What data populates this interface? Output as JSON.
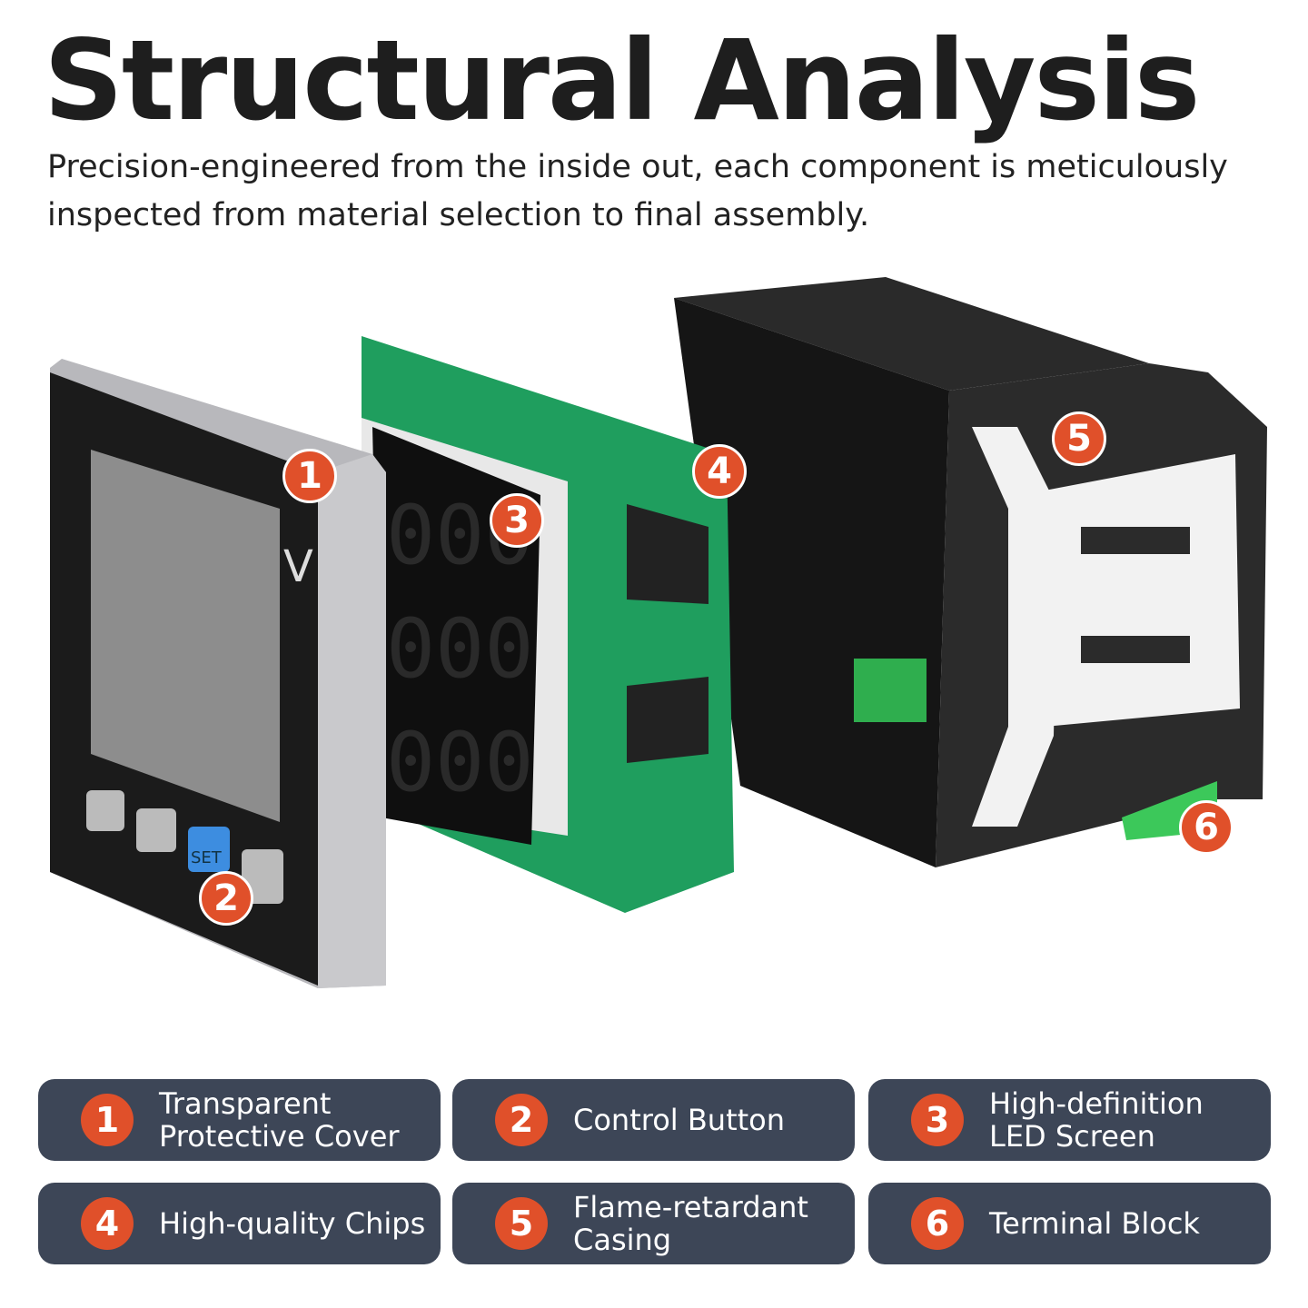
{
  "header": {
    "title": "Structural Analysis",
    "subtitle": "Precision-engineered from the inside out, each component is meticulously inspected from material selection to final assembly."
  },
  "illustration": {
    "display_unit": "V",
    "set_button": "SET",
    "callouts": [
      "1",
      "2",
      "3",
      "4",
      "5",
      "6"
    ]
  },
  "legend": [
    {
      "num": "1",
      "label": "Transparent\nProtective Cover"
    },
    {
      "num": "2",
      "label": "Control Button"
    },
    {
      "num": "3",
      "label": "High-definition\nLED Screen"
    },
    {
      "num": "4",
      "label": "High-quality Chips"
    },
    {
      "num": "5",
      "label": "Flame-retardant\nCasing"
    },
    {
      "num": "6",
      "label": "Terminal Block"
    }
  ],
  "colors": {
    "accent": "#e0502a",
    "panel": "#3d4657",
    "pcb": "#1fa363"
  }
}
